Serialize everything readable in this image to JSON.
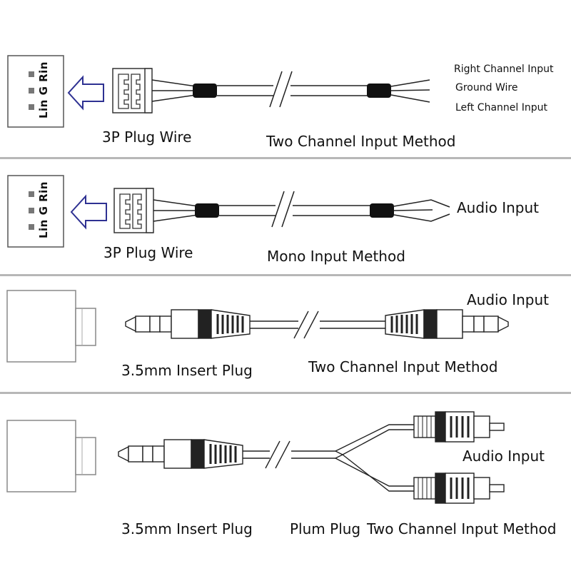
{
  "section1": {
    "pin_labels": "Lin G Rin",
    "plug_label": "3P Plug Wire",
    "method_label": "Two Channel Input Method",
    "wire_labels": [
      "Right Channel Input",
      "Ground Wire",
      "Left Channel Input"
    ]
  },
  "section2": {
    "pin_labels": "Lin G Rin",
    "plug_label": "3P Plug Wire",
    "method_label": "Mono Input Method",
    "audio_label": "Audio Input"
  },
  "section3": {
    "plug_label": "3.5mm Insert Plug",
    "method_label": "Two Channel Input Method",
    "audio_label": "Audio Input"
  },
  "section4": {
    "plug_label": "3.5mm Insert Plug",
    "plum_label": "Plum Plug",
    "method_label": "Two Channel Input Method",
    "audio_label": "Audio Input"
  },
  "colors": {
    "divider": "#b7b7b7",
    "arrow": "#2e3192",
    "line": "#222222"
  }
}
